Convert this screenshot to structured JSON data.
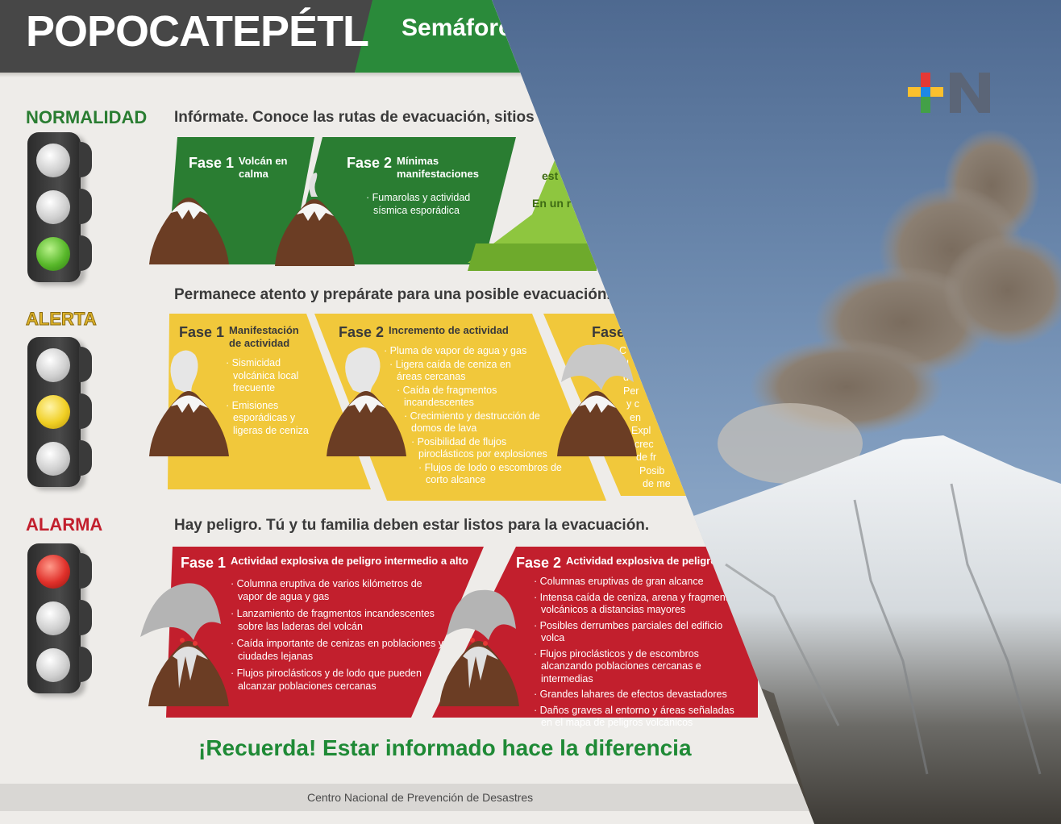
{
  "header": {
    "title": "POPOCATEPÉTL",
    "subtitle": "Semáforo"
  },
  "levels": {
    "normal": "NORMALIDAD",
    "alerta": "ALERTA",
    "alarma": "ALARMA"
  },
  "sections": {
    "normal_heading": "Infórmate. Conoce las rutas de evacuación, sitios de",
    "alerta_heading": "Permanece atento y prepárate para una posible evacuación.",
    "alarma_heading": "Hay peligro. Tú y tu familia deben estar listos para la evacuación."
  },
  "normal_cards": [
    {
      "phase": "Fase 1",
      "title": "Volcán en calma",
      "bullets": []
    },
    {
      "phase": "Fase 2",
      "title": "Mínimas manifestaciones",
      "bullets": [
        "Fumarolas y actividad sísmica esporádica"
      ]
    },
    {
      "fragment1": "est",
      "fragment2": "En un r"
    }
  ],
  "alerta_cards": [
    {
      "phase": "Fase 1",
      "title": "Manifestación de actividad",
      "bullets": [
        "Sismicidad volcánica local frecuente",
        "Emisiones esporádicas y ligeras de ceniza"
      ]
    },
    {
      "phase": "Fase 2",
      "title": "Incremento de actividad",
      "bullets": [
        "Pluma de vapor de agua y gas",
        "Ligera caída de ceniza en áreas cercanas",
        "Caída de fragmentos incandescentes",
        "Crecimiento y destrucción de domos de lava",
        "Posibilidad de flujos piroclásticos por explosiones",
        "Flujos de lodo o escombros de corto alcance"
      ]
    },
    {
      "phase": "Fase",
      "fragments": [
        "C",
        "d",
        "d",
        "Per",
        "y c",
        "en",
        "Expl",
        "crec",
        "de fr",
        "Posib",
        "de me"
      ]
    }
  ],
  "alarma_cards": [
    {
      "phase": "Fase 1",
      "title": "Actividad explosiva de peligro intermedio a alto",
      "bullets": [
        "Columna eruptiva de varios kilómetros de vapor de agua y gas",
        "Lanzamiento de fragmentos incandescentes sobre las laderas del volcán",
        "Caída importante de cenizas en poblaciones y ciudades lejanas",
        "Flujos piroclásticos y de lodo que pueden alcanzar poblaciones cercanas"
      ]
    },
    {
      "phase": "Fase 2",
      "title": "Actividad explosiva de peligro",
      "bullets": [
        "Columnas eruptivas de gran alcance",
        "Intensa caída de ceniza, arena y fragmentos volcánicos a distancias mayores",
        "Posibles derrumbes parciales del edificio volca",
        "Flujos piroclásticos y de escombros alcanzando poblaciones cercanas e intermedias",
        "Grandes lahares de efectos devastadores",
        "Daños graves al entorno y áreas señaladas en el mapa de peligros volcánicos"
      ]
    }
  ],
  "remember": "¡Recuerda! Estar informado hace la diferencia",
  "footer": "Centro Nacional de Prevención de Desastres",
  "colors": {
    "green": "#2a7d32",
    "yellow": "#f1c83b",
    "red": "#c21f2d",
    "header_dark": "#474747"
  }
}
